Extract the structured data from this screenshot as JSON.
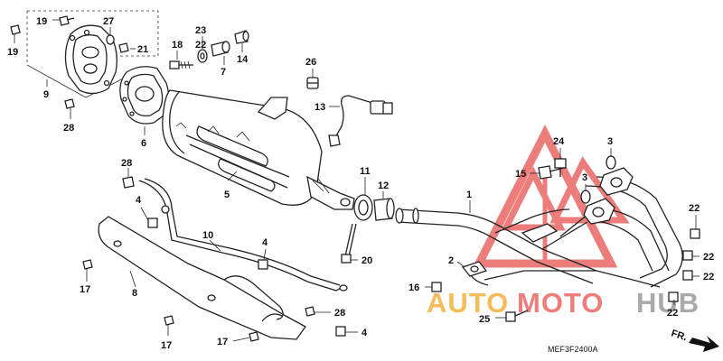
{
  "diagram": {
    "callouts": [
      {
        "id": "c19a",
        "label": "19"
      },
      {
        "id": "c27",
        "label": "27"
      },
      {
        "id": "c19b",
        "label": "19"
      },
      {
        "id": "c21",
        "label": "21"
      },
      {
        "id": "c9",
        "label": "9"
      },
      {
        "id": "c28a",
        "label": "28"
      },
      {
        "id": "c6",
        "label": "6"
      },
      {
        "id": "c18",
        "label": "18"
      },
      {
        "id": "c23",
        "label": "23"
      },
      {
        "id": "c22top",
        "label": "22"
      },
      {
        "id": "c7",
        "label": "7"
      },
      {
        "id": "c14",
        "label": "14"
      },
      {
        "id": "c26",
        "label": "26"
      },
      {
        "id": "c13",
        "label": "13"
      },
      {
        "id": "c28b",
        "label": "28"
      },
      {
        "id": "c4a",
        "label": "4"
      },
      {
        "id": "c5",
        "label": "5"
      },
      {
        "id": "c11",
        "label": "11"
      },
      {
        "id": "c12",
        "label": "12"
      },
      {
        "id": "c1",
        "label": "1"
      },
      {
        "id": "c24",
        "label": "24"
      },
      {
        "id": "c3a",
        "label": "3"
      },
      {
        "id": "c15",
        "label": "15"
      },
      {
        "id": "c3b",
        "label": "3"
      },
      {
        "id": "c22a",
        "label": "22"
      },
      {
        "id": "c22b",
        "label": "22"
      },
      {
        "id": "c22c",
        "label": "22"
      },
      {
        "id": "c22d",
        "label": "22"
      },
      {
        "id": "c10",
        "label": "10"
      },
      {
        "id": "c4b",
        "label": "4"
      },
      {
        "id": "c20",
        "label": "20"
      },
      {
        "id": "c2",
        "label": "2"
      },
      {
        "id": "c16",
        "label": "16"
      },
      {
        "id": "c25",
        "label": "25"
      },
      {
        "id": "c17a",
        "label": "17"
      },
      {
        "id": "c8",
        "label": "8"
      },
      {
        "id": "c17b",
        "label": "17"
      },
      {
        "id": "c17c",
        "label": "17"
      },
      {
        "id": "c28c",
        "label": "28"
      },
      {
        "id": "c4c",
        "label": "4"
      }
    ],
    "diagram_code": "MEF3F2400A",
    "direction_label": "FR.",
    "watermark": {
      "part1": "AUTO",
      "part2": "MOTO",
      "part3": "HUB",
      "color_red": "#e8524f",
      "color_orange": "#f5a623",
      "color_gray": "#8d8d8d"
    }
  }
}
